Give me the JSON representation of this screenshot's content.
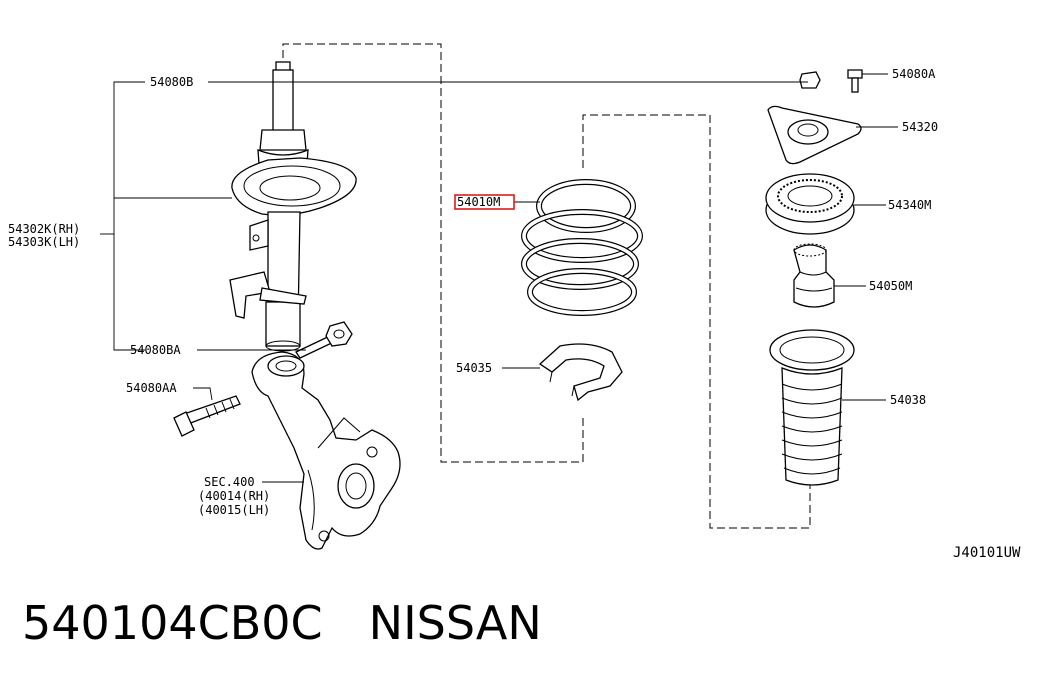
{
  "labels": {
    "bolt_54080b": "54080B",
    "strut": "54302K(RH)",
    "strut_lh": "54303K(LH)",
    "bolt_54080ba": "54080BA",
    "bolt_54080aa": "54080AA",
    "sec": "SEC.400",
    "sec_rh": "(40014(RH)",
    "sec_lh": "(40015(LH)",
    "spring": "54010M",
    "seat": "54035",
    "nut_54080a": "54080A",
    "mount": "54320",
    "bearing": "54340M",
    "bumper": "54050M",
    "boot": "54038",
    "diagram_code": "J40101UW"
  },
  "highlight_color": "#e01b1b",
  "footer": {
    "part_number": "540104CB0C",
    "brand": "NISSAN"
  }
}
